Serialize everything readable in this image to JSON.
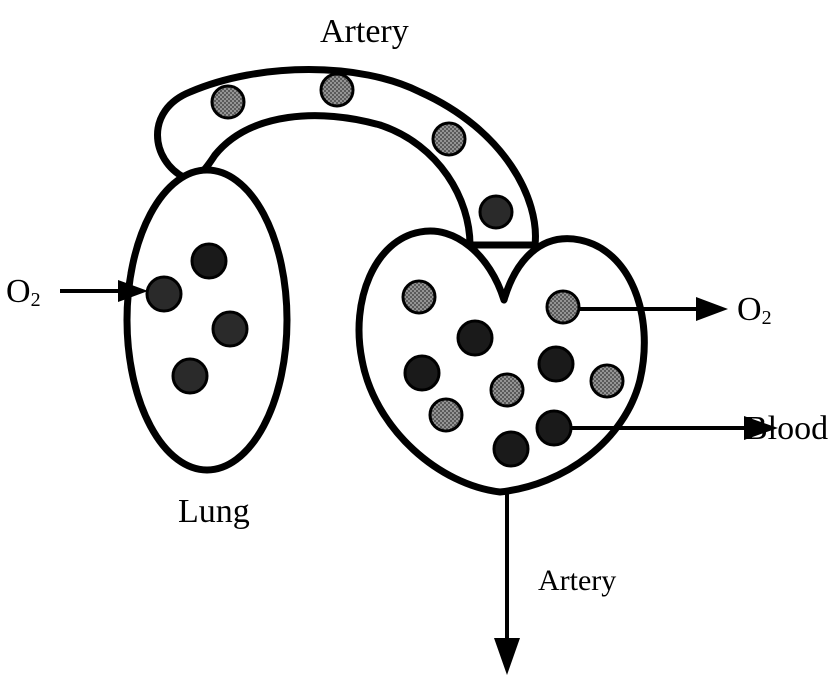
{
  "labels": {
    "artery_top": "Artery",
    "artery_bottom": "Artery",
    "lung": "Lung",
    "o2_left_main": "O",
    "o2_left_sub": "2",
    "o2_right_main": "O",
    "o2_right_sub": "2",
    "blood": "Blood"
  },
  "colors": {
    "dark_cell": "#1a1a1a",
    "light_cell": "#7a7a7a",
    "outline": "#000000",
    "background": "#ffffff"
  }
}
